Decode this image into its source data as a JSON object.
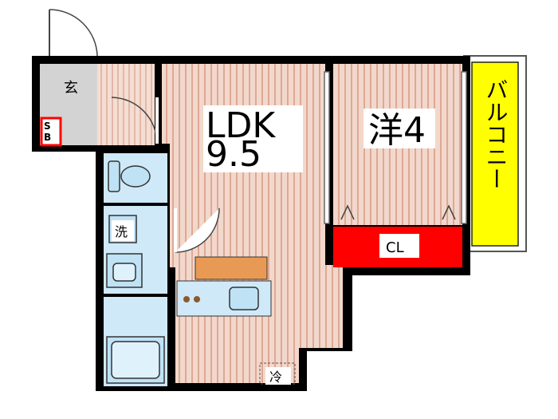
{
  "rooms": {
    "ldk_name": "LDK",
    "ldk_size": "9.5",
    "western_room": "洋4",
    "closet": "CL",
    "balcony": "バルコニー",
    "entrance": "玄",
    "shoe_box": "SB",
    "washroom": "洗",
    "refrigerator": "冷"
  },
  "colors": {
    "wall": "#000000",
    "floor_wood": "#e8b8a6",
    "wet_area": "#cfe9f8",
    "counter": "#e89a55",
    "closet_fill": "#ff0000",
    "balcony_fill": "#ffff00",
    "entrance_fill": "#d3d3d3"
  }
}
